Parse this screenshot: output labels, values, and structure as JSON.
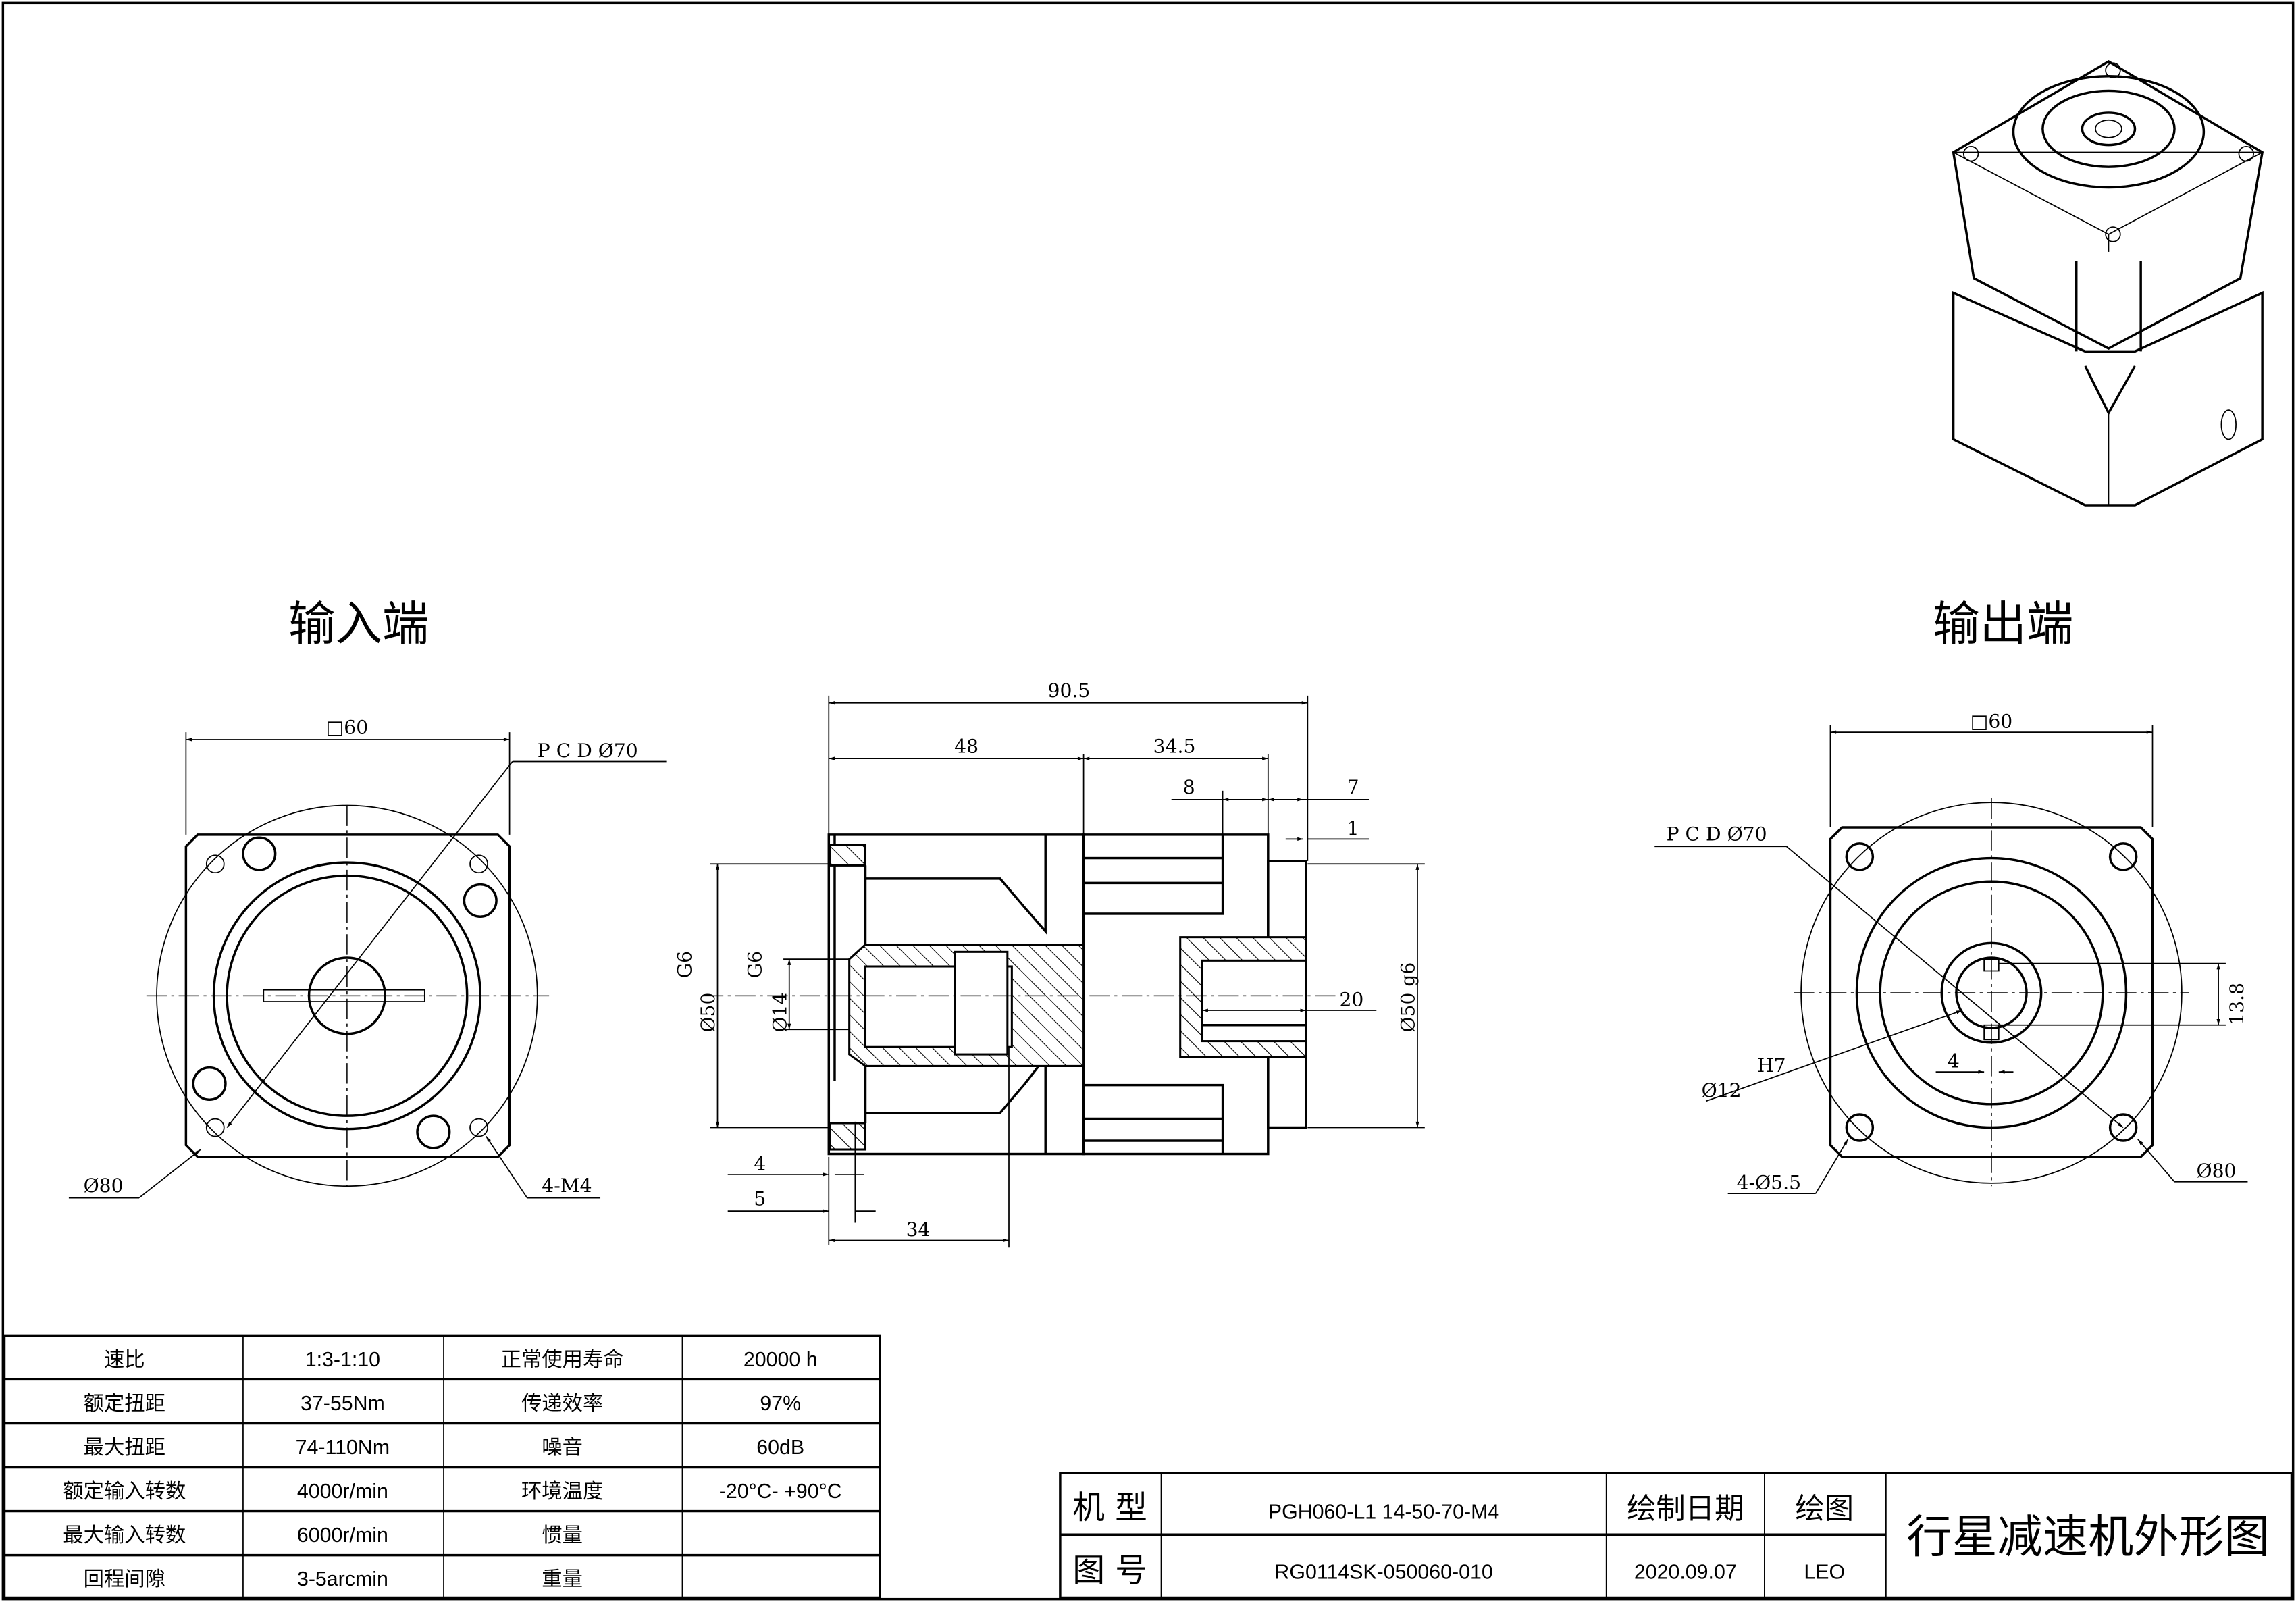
{
  "views": {
    "input_title": "输入端",
    "output_title": "输出端"
  },
  "input_view": {
    "square": "□60",
    "pcd": "P C D Ø70",
    "outer_dia": "Ø80",
    "holes": "4-M4"
  },
  "side_view": {
    "total_length": "90.5",
    "len_48": "48",
    "len_34_5": "34.5",
    "len_8": "8",
    "len_7": "7",
    "len_1": "1",
    "fit_g6_left": "G6",
    "dia_50_left": "Ø50",
    "fit_g6_inner": "G6",
    "dia_14": "Ø14",
    "len_20": "20",
    "dia_50_right": "Ø50  g6",
    "len_4": "4",
    "len_5": "5",
    "len_34": "34"
  },
  "output_view": {
    "square": "□60",
    "pcd": "P C D Ø70",
    "tol": "H7",
    "bore": "Ø12",
    "key_w": "4",
    "key_h": "13.8",
    "holes": "4-Ø5.5",
    "outer_dia": "Ø80"
  },
  "spec_table": {
    "rows": [
      [
        "速比",
        "1:3-1:10",
        "正常使用寿命",
        "20000 h"
      ],
      [
        "额定扭距",
        "37-55Nm",
        "传递效率",
        "97%"
      ],
      [
        "最大扭距",
        "74-110Nm",
        "噪音",
        "60dB"
      ],
      [
        "额定输入转数",
        "4000r/min",
        "环境温度",
        "-20°C- +90°C"
      ],
      [
        "最大输入转数",
        "6000r/min",
        "惯量",
        ""
      ],
      [
        "回程间隙",
        "3-5arcmin",
        "重量",
        ""
      ]
    ]
  },
  "title_block": {
    "model_label": "机  型",
    "model_value": "PGH060-L1 14-50-70-M4",
    "date_label": "绘制日期",
    "drawer_label": "绘图",
    "drawing_no_label": "图  号",
    "drawing_no_value": "RG0114SK-050060-010",
    "date_value": "2020.09.07",
    "drawer_value": "LEO",
    "title": "行星减速机外形图"
  }
}
